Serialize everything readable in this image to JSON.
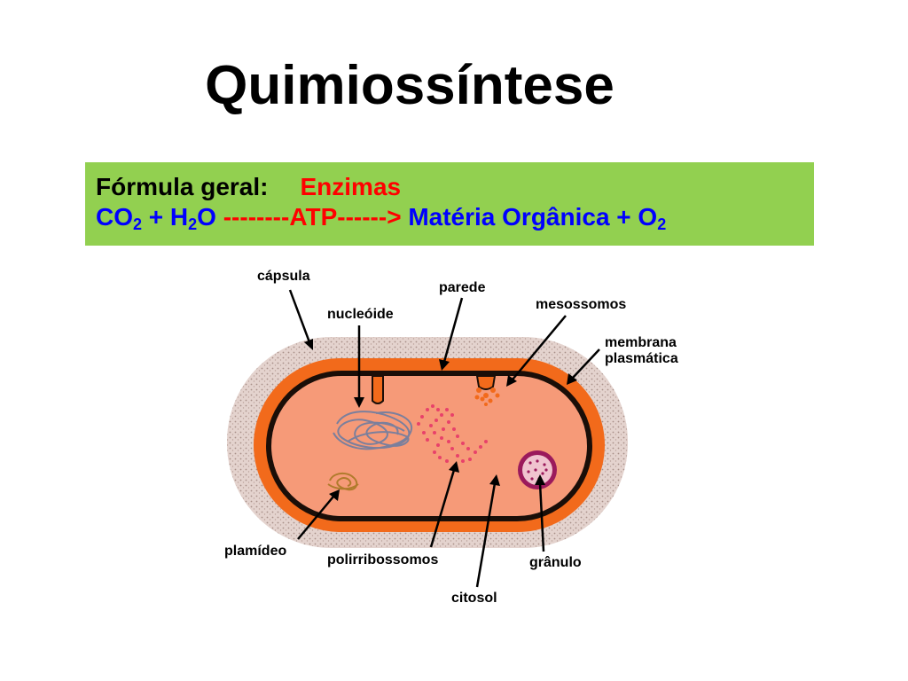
{
  "title": "Quimiossíntese",
  "formula": {
    "label": "Fórmula geral:",
    "catalyst": "Enzimas",
    "co2": "CO",
    "co2_sub": "2",
    "plus1": " + H",
    "h2_sub": "2",
    "water_tail": "O ",
    "arrow": "--------ATP------>",
    "products": " Matéria Orgânica + O",
    "o2_sub": "2"
  },
  "labels": {
    "capsula": "cápsula",
    "parede": "parede",
    "nucleoide": "nucleóide",
    "mesossomos": "mesossomos",
    "membrana_1": "membrana",
    "membrana_2": "plasmática",
    "plasmideo": "plamídeo",
    "polirribossomos": "polirribossomos",
    "granulo": "grânulo",
    "citosol": "citosol"
  },
  "colors": {
    "formula_box": "#92d050",
    "capsule": "#d9c3bd",
    "cell_wall": "#f26a1b",
    "membrane": "#1a0e08",
    "cytoplasm": "#f69a78",
    "granule": "#9b1a5c",
    "ribosomes": "#e8416a",
    "nucleoid": "#7b7f9c"
  }
}
